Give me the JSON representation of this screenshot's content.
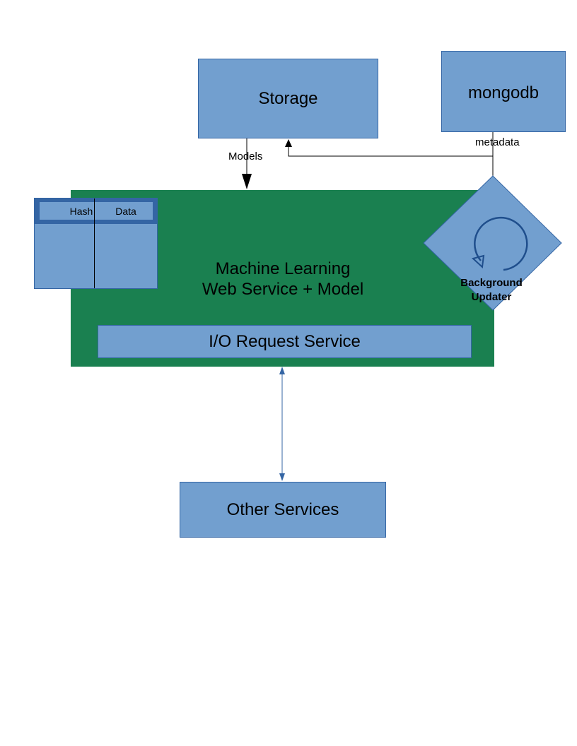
{
  "nodes": {
    "storage": "Storage",
    "mongodb": "mongodb",
    "ml_service": {
      "line1": "Machine Learning",
      "line2": "Web Service + Model"
    },
    "io_service": "I/O Request Service",
    "other_services": "Other Services",
    "background_updater": {
      "line1": "Background",
      "line2": "Updater"
    },
    "hash_table": {
      "col1": "Hash",
      "col2": "Data"
    }
  },
  "edges": {
    "models": "Models",
    "metadata": "metadata"
  },
  "icons": {
    "updater": "refresh-cycle-icon"
  },
  "colors": {
    "box_fill": "#729fcf",
    "box_border": "#3465a4",
    "service_fill": "#1a8050",
    "bidirectional_arrow": "#3465a4"
  }
}
